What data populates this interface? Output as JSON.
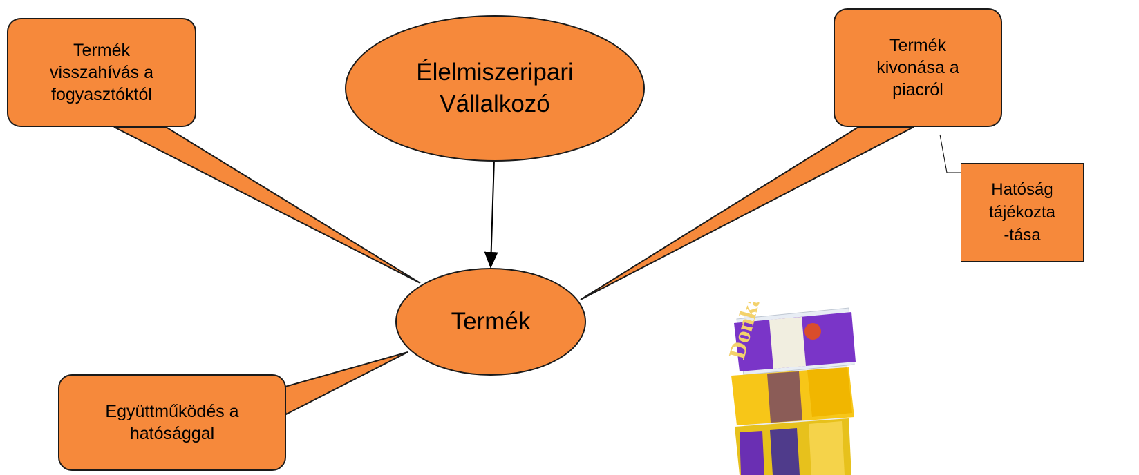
{
  "diagram": {
    "colors": {
      "fill": "#f6893b",
      "stroke": "#1a1a1a",
      "package_purple": "#6a2fb3",
      "package_yellow": "#f6c21a"
    },
    "nodes": {
      "top_left": "Termék\nvisszahívás a\nfogyasztóktól",
      "top_center": "Élelmiszeripari\nVállalkozó",
      "top_right": "Termék\nkivonása a\npiacról",
      "center": "Termék",
      "bottom_left": "Együttműködés a\nhatósággal",
      "right_note": "Hatóság\ntájékozta\n-tása"
    },
    "image": {
      "name": "food-product-packages",
      "label_text": "Donka"
    }
  }
}
